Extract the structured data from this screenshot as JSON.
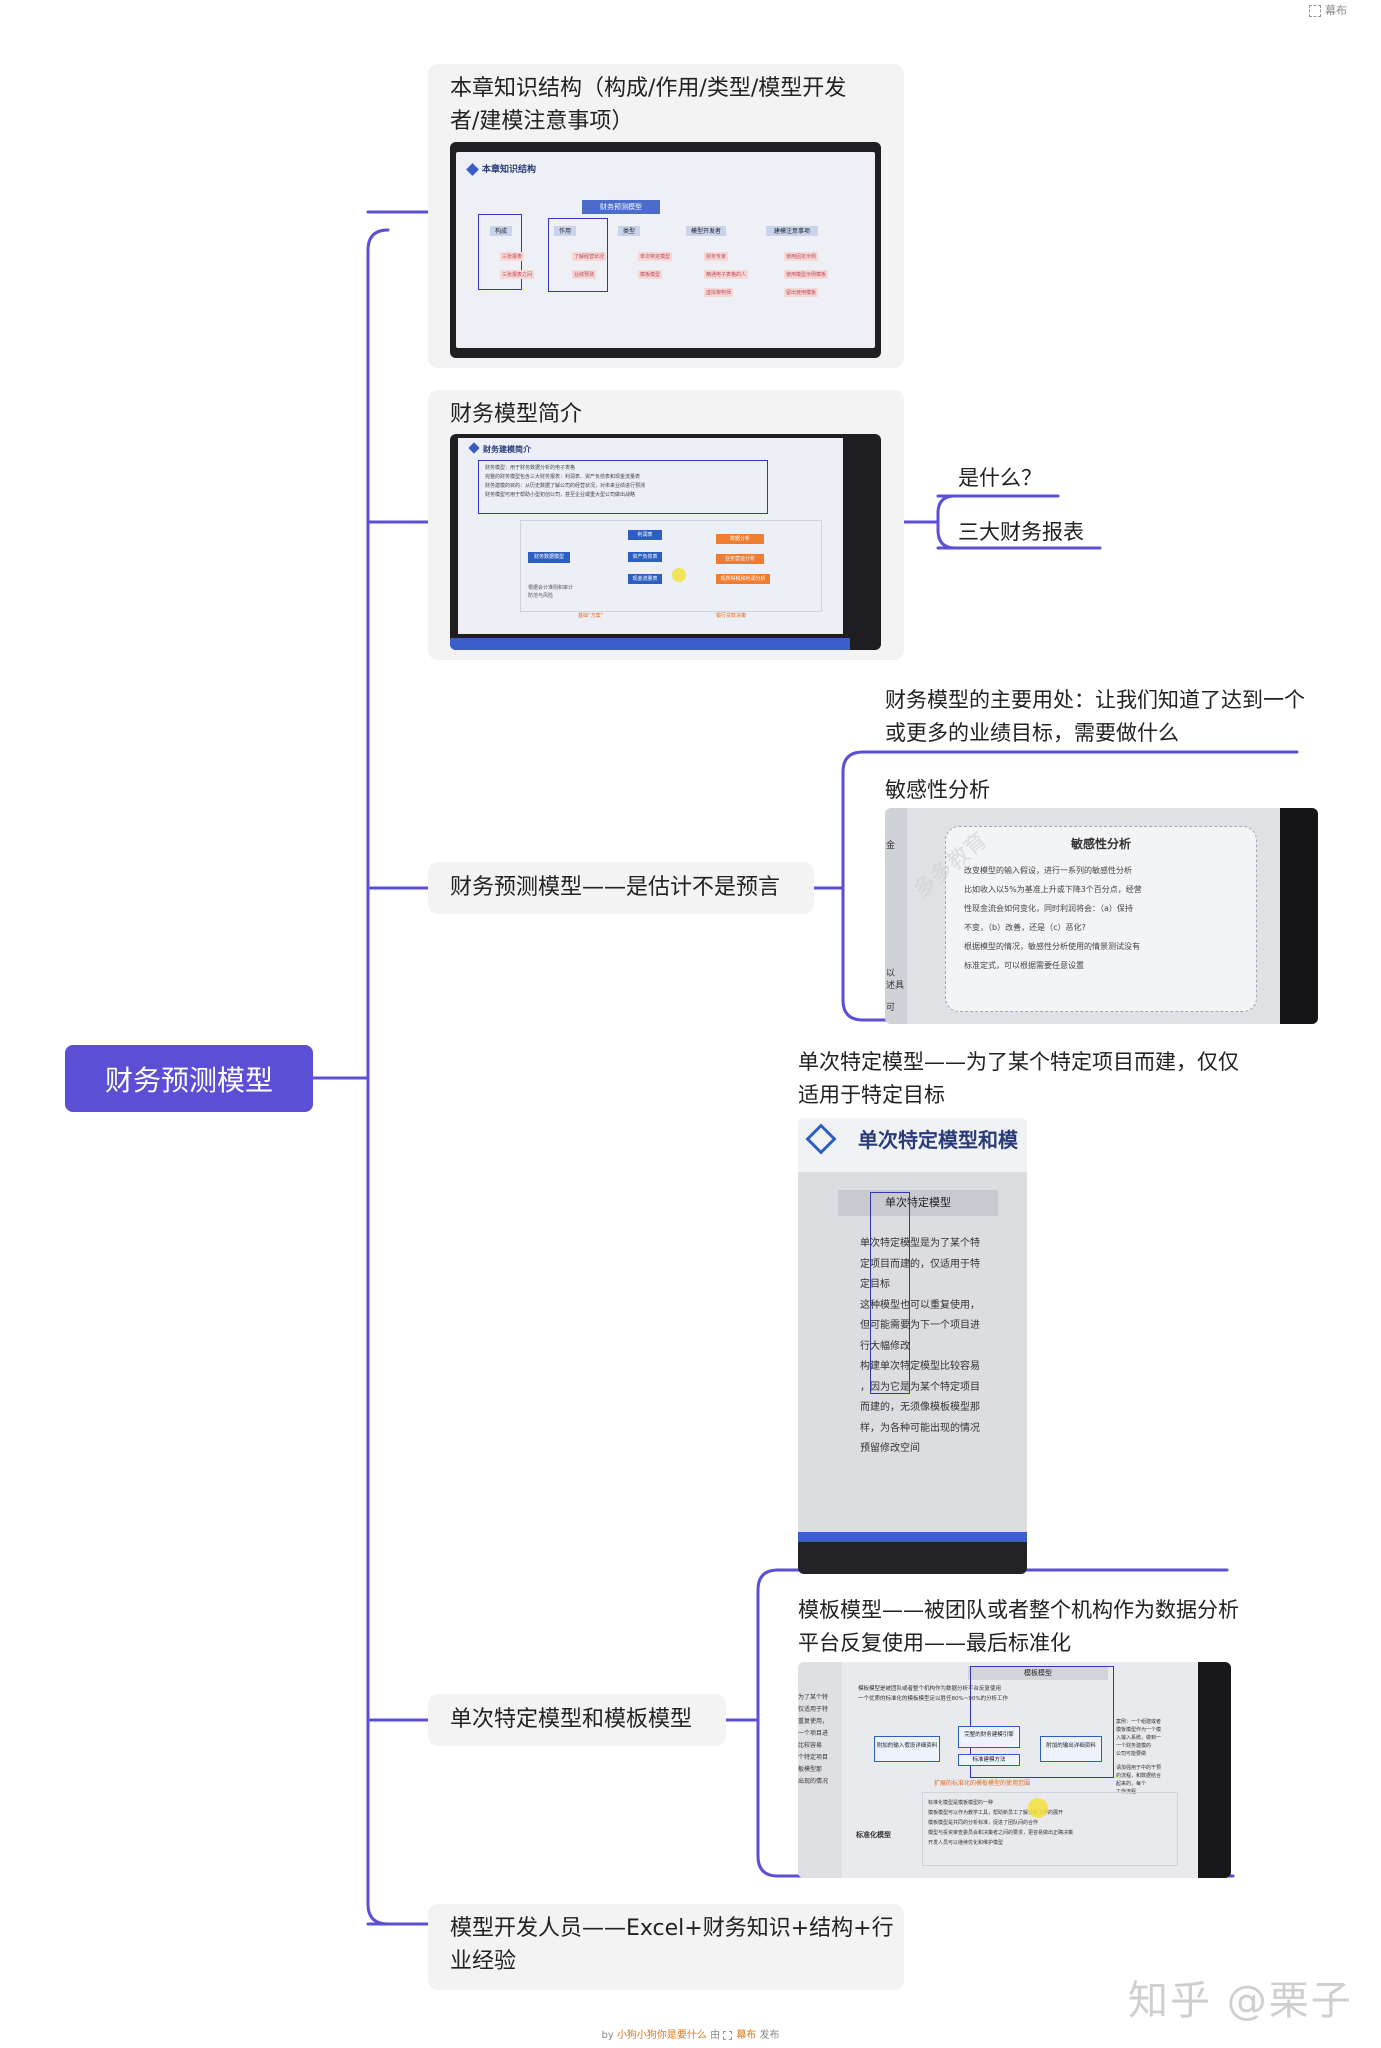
{
  "app": {
    "brand_label": "幕布"
  },
  "root": {
    "label": "财务预测模型"
  },
  "branches": [
    {
      "title": "本章知识结构（构成/作用/类型/模型开发者/建模注意事项）",
      "title_lines": [
        "本章知识结构（构成/作用/类型/模型开发",
        "者/建模注意事项）"
      ],
      "image": {
        "header": "本章知识结构",
        "center_box": "财务预测模型",
        "columns": [
          "构成",
          "作用",
          "类型",
          "模型开发者",
          "建模注意事项"
        ],
        "leaves": [
          "三张报表",
          "三张报表之间",
          "了解经营状况",
          "业绩预测",
          "单次特定模型",
          "模板模型",
          "财务专家",
          "精通电子表格的人",
          "虚拟架构师",
          "使用固定示例",
          "使用模型示例模板",
          "留出使用模板"
        ]
      }
    },
    {
      "title": "财务模型简介",
      "image": {
        "header": "财务建模简介",
        "bullets": [
          "财务模型：用于财务数据分析的电子表格",
          "完整的财务模型包含三大财务报表：利润表、资产负债表和现金流量表",
          "财务建模的目的：从历史数据了解公司的经营状况，对未来业绩进行预测",
          "财务模型可用于帮助小型初创公司，甚至企业或重大型公司做出战略"
        ],
        "flow_left": "财务数据模型",
        "flow_mid": [
          "利润表",
          "资产负债表",
          "现金流量表"
        ],
        "flow_right": [
          "数据分析",
          "业务营运分析",
          "现所得税和利润分析"
        ],
        "note_left": [
          "根据会计准则和审计",
          "防范与风险"
        ],
        "caption_left": "基础“方案”",
        "caption_right": "银行贷款决策"
      },
      "sub": [
        "是什么？",
        "三大财务报表"
      ]
    },
    {
      "title": "财务预测模型——是估计不是预言",
      "sub_top_lines": [
        "财务模型的主要用处：让我们知道了达到一个",
        "或更多的业绩目标，需要做什么"
      ],
      "sub_label": "敏感性分析",
      "image": {
        "side_text": [
          "金",
          "以",
          "述具",
          "可"
        ],
        "card_title": "敏感性分析",
        "card_lines": [
          "改变模型的输入假设，进行一系列的敏感性分析",
          "比如收入以5%为基准上升或下降3个百分点，经营",
          "性现金流会如何变化，同时利润将会：（a）保持",
          "不变，（b）改善，还是（c）恶化?",
          "根据模型的情况，敏感性分析使用的情景测试没有",
          "标准定式，可以根据需要任意设置"
        ],
        "watermark": "多多教育"
      }
    },
    {
      "title": "单次特定模型和模板模型",
      "sub1_lines": [
        "单次特定模型——为了某个特定项目而建，仅仅",
        "适用于特定目标"
      ],
      "image1": {
        "header": "单次特定模型和模",
        "section": "单次特定模型",
        "lines": [
          "单次特定模型是为了某个特",
          "定项目而建的，仅适用于特",
          "定目标",
          "这种模型也可以重复使用，",
          "但可能需要为下一个项目进",
          "行大幅修改",
          "构建单次特定模型比较容易",
          "，因为它是为某个特定项目",
          "而建的，无须像模板模型那",
          "样，为各种可能出现的情况",
          "预留修改空间"
        ]
      },
      "sub2_lines": [
        "模板模型——被团队或者整个机构作为数据分析",
        "平台反复使用——最后标准化"
      ],
      "image2": {
        "left_frag": [
          "为了某个特",
          "仅适用于特",
          "重复使用，",
          "一个项目进",
          "比较容易",
          "个特定项目",
          "板模型那",
          "出现的情况"
        ],
        "section": "模板模型",
        "lines": [
          "模板模型是被团队或者整个机构作为数据分析平台反复使用",
          "一个优质的标准化的模板模型足以胜任80%~90%的分析工作"
        ],
        "flow": [
          "附加的输入假设详细资料",
          "完整的财务建模引擎",
          "标准建模方法",
          "附加的输出详细资料"
        ],
        "orange": "扩展的标准化的模板模型的使用范围",
        "right_note": [
          "案例：一个组建或者",
          "模板模型作为一个模",
          "入输入系统，做到一",
          "一个财务建模的",
          "公司可能要做"
        ],
        "right_note2": [
          "请加强用于中的干预",
          "的流程，和数据结合",
          "起来的，每个",
          "工作流程"
        ],
        "std_label": "标准化模型",
        "std_lines": [
          "标准化模型是模板模型的一种",
          "模板模型可以作为教学工具，帮助新员工了解分析工作的展开",
          "模板模型是共同的分析标准，促进了团队间的合作",
          "模型与投资审查委员会和决策者之间的要求，更容易做出正确决策",
          "开发人员可以继续优化和维护模型"
        ]
      }
    },
    {
      "title": "模型开发人员——Excel+财务知识+结构+行业经验",
      "title_lines": [
        "模型开发人员——Excel+财务知识+结构+行",
        "业经验"
      ]
    }
  ],
  "footer": {
    "by": "by",
    "author": "小狗小狗你是要什么",
    "via": "由",
    "brand": "幕布",
    "published": "发布"
  },
  "watermark": {
    "text": "知乎 @栗子"
  },
  "colors": {
    "accent": "#5b4fd6",
    "connector": "#5b4fd6",
    "card_bg": "#f3f3f4"
  }
}
